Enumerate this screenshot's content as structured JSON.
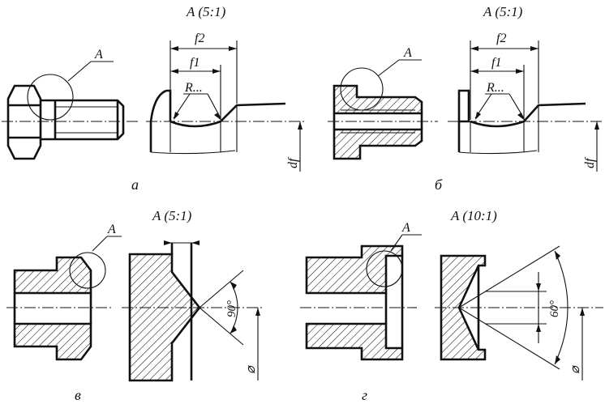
{
  "views": {
    "a": {
      "caption": "а",
      "detail_title": "A (5:1)",
      "callout": "A",
      "dim_f2": "f2",
      "dim_f1": "f1",
      "radius": "R...",
      "diameter": "df"
    },
    "b": {
      "caption": "б",
      "detail_title": "A (5:1)",
      "callout": "A",
      "dim_f2": "f2",
      "dim_f1": "f1",
      "radius": "R...",
      "diameter": "df"
    },
    "v": {
      "caption": "в",
      "detail_title": "A (5:1)",
      "callout": "A",
      "angle": "90°",
      "diameter": "⌀"
    },
    "g": {
      "caption": "г",
      "detail_title": "A (10:1)",
      "callout": "A",
      "angle": "60°",
      "diameter": "⌀"
    }
  }
}
